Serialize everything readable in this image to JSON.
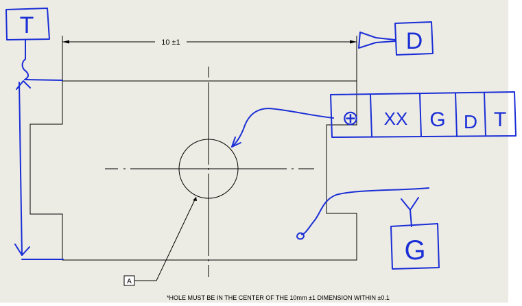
{
  "drawing": {
    "dimension_label": "10 ±1",
    "datum_label": "A",
    "note": "*HOLE MUST BE IN THE CENTER OF THE 10mm ±1  DIMENSION WITHIN  ±0.1"
  },
  "markup": {
    "box_t": "T",
    "box_d": "D",
    "box_g": "G",
    "fcf": [
      "⊕",
      "XX",
      "G",
      "D",
      "T"
    ]
  },
  "colors": {
    "paper": "#ecebe4",
    "ink": "#000000",
    "pen": "#1a2ed6"
  }
}
